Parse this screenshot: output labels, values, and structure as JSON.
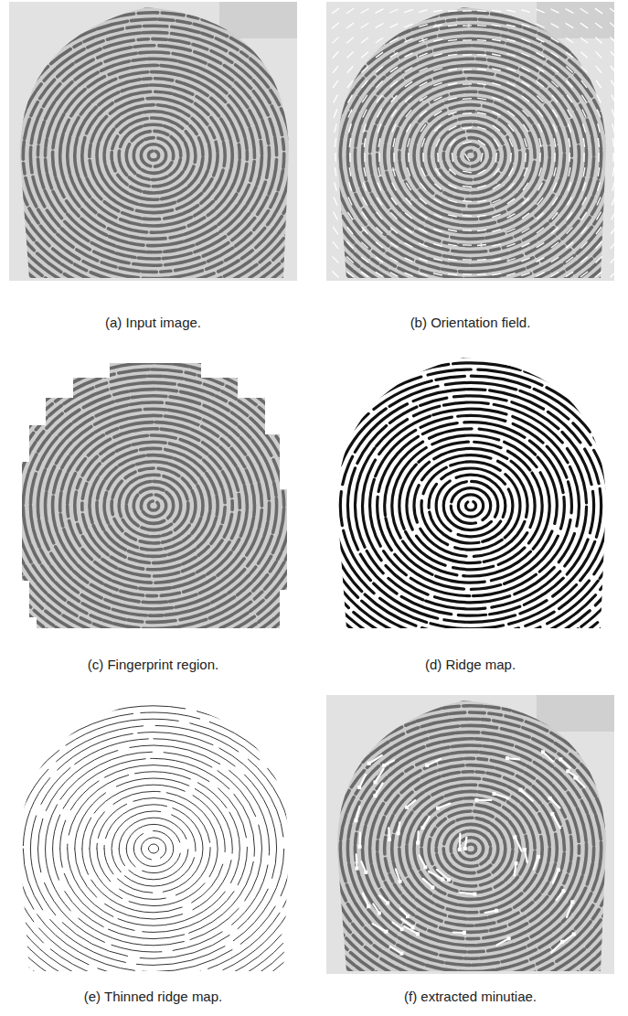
{
  "diagram": {
    "labels": [
      "(a) Input image.",
      "(b) Orientation field.",
      "(c) Fingerprint region.",
      "(d) Ridge map.",
      "(e) Thinned ridge map.",
      "(f) extracted minutiae."
    ]
  }
}
